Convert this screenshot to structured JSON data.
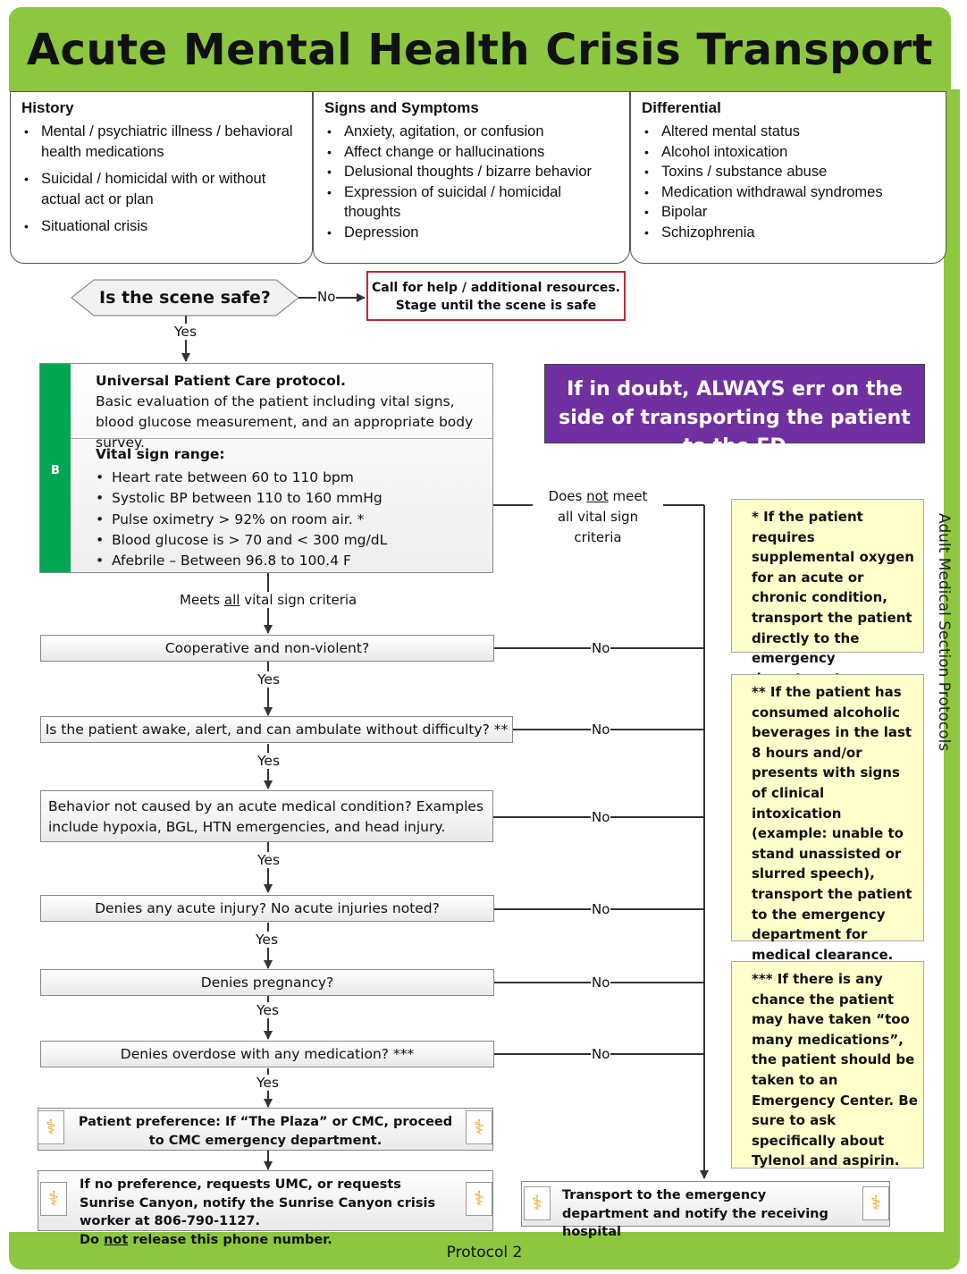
{
  "title": "Acute Mental Health Crisis Transport",
  "side_label": "Adult Medical Section Protocols",
  "footer": "Protocol 2",
  "history": {
    "heading": "History",
    "items": [
      "Mental / psychiatric illness / behavioral health medications",
      "Suicidal / homicidal with or without actual act or plan",
      "Situational crisis"
    ]
  },
  "signs": {
    "heading": "Signs and Symptoms",
    "items": [
      "Anxiety, agitation, or confusion",
      "Affect change or hallucinations",
      "Delusional thoughts / bizarre behavior",
      "Expression of suicidal / homicidal thoughts",
      "Depression"
    ]
  },
  "differential": {
    "heading": "Differential",
    "items": [
      "Altered mental status",
      "Alcohol intoxication",
      "Toxins / substance abuse",
      "Medication withdrawal syndromes",
      "Bipolar",
      "Schizophrenia"
    ]
  },
  "scene": {
    "question": "Is the scene safe?",
    "no": "No",
    "yes": "Yes",
    "no_action_1": "Call for help / additional resources.",
    "no_action_2": "Stage until the scene is safe"
  },
  "upc": {
    "level": "B",
    "title": "Universal Patient Care protocol.",
    "desc": "Basic evaluation of the patient including vital signs, blood glucose measurement, and an appropriate body survey.",
    "vitals_heading": "Vital sign range:",
    "vitals": [
      "Heart rate between 60 to 110 bpm",
      "Systolic BP between 110 to 160 mmHg",
      "Pulse oximetry > 92% on room air. *",
      "Blood glucose is > 70  and < 300 mg/dL",
      "Afebrile – Between 96.8 to 100.4 F"
    ]
  },
  "callout": "If in doubt, ALWAYS err on the side of transporting the patient to the ED",
  "not_meet_1": "Does",
  "not_meet_not": "not",
  "not_meet_2": "meet",
  "not_meet_3": "all vital sign criteria",
  "meets_1": "Meets",
  "meets_all": "all",
  "meets_2": "vital sign criteria",
  "questions": [
    "Cooperative and non-violent?",
    "Is the patient awake, alert, and can ambulate without difficulty? **",
    "Behavior not caused by an acute medical condition? Examples include hypoxia, BGL, HTN emergencies, and head injury.",
    "Denies any acute injury?  No acute injuries noted?",
    "Denies pregnancy?",
    "Denies overdose with any medication? ***"
  ],
  "yes": "Yes",
  "no": "No",
  "preference": "Patient preference: If “The Plaza” or CMC, proceed to CMC emergency department.",
  "sunrise_1": "If no preference, requests UMC, or requests Sunrise Canyon, notify the Sunrise Canyon crisis worker at 806-790-1127.",
  "sunrise_2a": "Do",
  "sunrise_not": "not",
  "sunrise_2b": "release this phone number.",
  "transport": "Transport to the emergency department and notify the receiving hospital",
  "notes": [
    "* If the patient requires supplemental oxygen for an acute or chronic condition, transport the patient directly to the emergency department.",
    "** If the patient has consumed alcoholic beverages in the last 8 hours and/or presents with signs of clinical intoxication (example: unable to stand unassisted or slurred speech), transport the patient to the emergency department for medical clearance.",
    "*** If there is any chance the patient may have taken “too many medications”, the patient should be taken to an Emergency Center. Be sure to ask specifically about Tylenol and aspirin."
  ],
  "icons": {
    "caduceus": "caduceus-icon",
    "arrow": "arrowhead"
  },
  "colors": {
    "green": "#8dc63f",
    "purple": "#7030a0",
    "red": "#c0282d",
    "level_green": "#00a651",
    "note_yellow": "#ffffcc"
  }
}
